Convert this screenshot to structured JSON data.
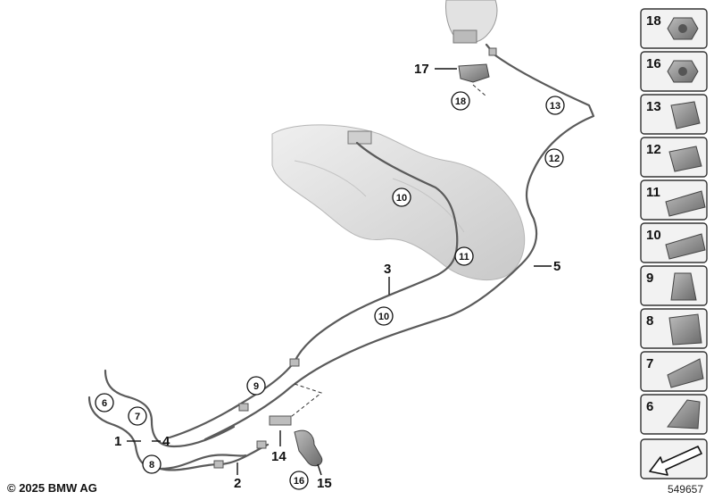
{
  "diagram": {
    "callouts": [
      {
        "num": "1"
      },
      {
        "num": "2"
      },
      {
        "num": "3"
      },
      {
        "num": "4"
      },
      {
        "num": "5"
      },
      {
        "num": "14"
      },
      {
        "num": "15"
      },
      {
        "num": "17"
      }
    ],
    "circled": [
      {
        "num": "6"
      },
      {
        "num": "7"
      },
      {
        "num": "8"
      },
      {
        "num": "9"
      },
      {
        "num": "10"
      },
      {
        "num": "10"
      },
      {
        "num": "11"
      },
      {
        "num": "12"
      },
      {
        "num": "13"
      },
      {
        "num": "16"
      },
      {
        "num": "18"
      }
    ],
    "parts_panel": [
      "18",
      "16",
      "13",
      "12",
      "11",
      "10",
      "9",
      "8",
      "7",
      "6"
    ]
  },
  "footer": {
    "copyright": "© 2025 BMW AG",
    "reference": "549657"
  },
  "colors": {
    "line": "#555555",
    "tank": "#d6d6d6",
    "panel_border": "#333333",
    "panel_bg": "#f2f2f2"
  }
}
